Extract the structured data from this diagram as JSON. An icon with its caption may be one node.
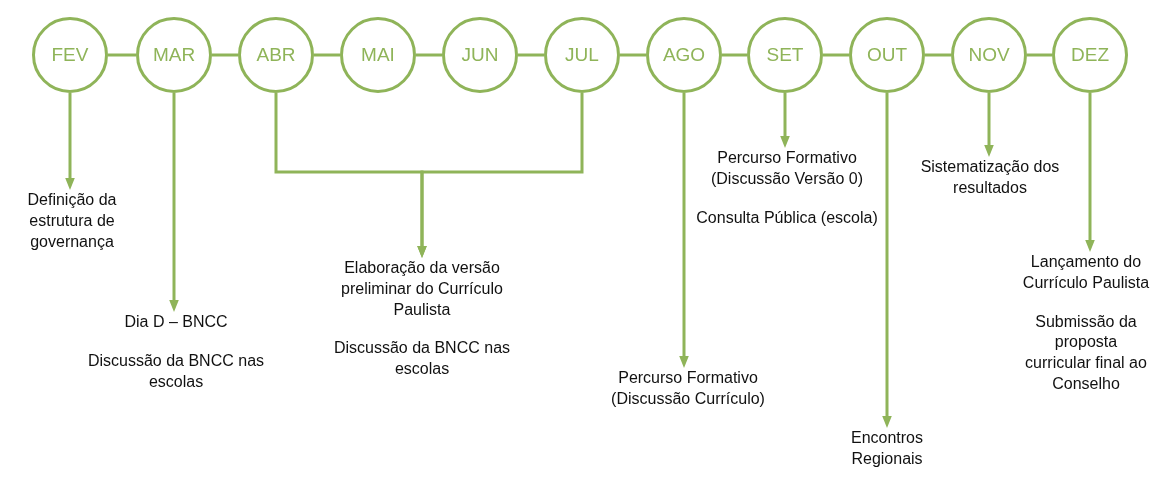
{
  "diagram": {
    "nodes": [
      {
        "text": [
          "FEV"
        ]
      },
      {
        "text": [
          "MAR"
        ]
      },
      {
        "text": [
          "ABR"
        ]
      },
      {
        "text": [
          "MAI"
        ]
      },
      {
        "text": [
          "JUN"
        ]
      },
      {
        "text": [
          "JUL"
        ]
      },
      {
        "text": [
          "AGO"
        ]
      },
      {
        "text": [
          "SET"
        ]
      },
      {
        "text": [
          "OUT"
        ]
      },
      {
        "text": [
          "NOV"
        ]
      },
      {
        "text": [
          "DEZ"
        ]
      },
      {
        "text": [
          "Definição da estrutura de governança"
        ]
      },
      {
        "text": [
          "Dia D – BNCC",
          "Discussão da BNCC nas escolas"
        ]
      },
      {
        "text": [
          "Elaboração da versão preliminar do Currículo Paulista",
          "Discussão da BNCC nas escolas"
        ]
      },
      {
        "text": [
          "Percurso Formativo (Discussão Currículo)"
        ]
      },
      {
        "text": [
          "Percurso Formativo (Discussão Versão 0)",
          "Consulta Pública (escola)"
        ]
      },
      {
        "text": [
          "Encontros Regionais"
        ]
      },
      {
        "text": [
          "Sistematização dos resultados"
        ]
      },
      {
        "text": [
          "Lançamento do Currículo Paulista",
          "Submissão da proposta curricular final ao Conselho"
        ]
      }
    ],
    "edges": [
      {
        "from": 0,
        "to": 1,
        "arrow": "none"
      },
      {
        "from": 1,
        "to": 2,
        "arrow": "none"
      },
      {
        "from": 2,
        "to": 3,
        "arrow": "none"
      },
      {
        "from": 3,
        "to": 4,
        "arrow": "none"
      },
      {
        "from": 4,
        "to": 5,
        "arrow": "none"
      },
      {
        "from": 5,
        "to": 6,
        "arrow": "none"
      },
      {
        "from": 6,
        "to": 7,
        "arrow": "none"
      },
      {
        "from": 7,
        "to": 8,
        "arrow": "none"
      },
      {
        "from": 8,
        "to": 9,
        "arrow": "none"
      },
      {
        "from": 9,
        "to": 10,
        "arrow": "none"
      },
      {
        "from": 0,
        "to": 11,
        "arrow": "to"
      },
      {
        "from": 1,
        "to": 12,
        "arrow": "to"
      },
      {
        "from": 2,
        "to": 13,
        "arrow": "to"
      },
      {
        "from": 5,
        "to": 13,
        "arrow": "to"
      },
      {
        "from": 6,
        "to": 14,
        "arrow": "to"
      },
      {
        "from": 7,
        "to": 15,
        "arrow": "to"
      },
      {
        "from": 8,
        "to": 16,
        "arrow": "to"
      },
      {
        "from": 9,
        "to": 17,
        "arrow": "to"
      },
      {
        "from": 10,
        "to": 18,
        "arrow": "to"
      }
    ]
  }
}
